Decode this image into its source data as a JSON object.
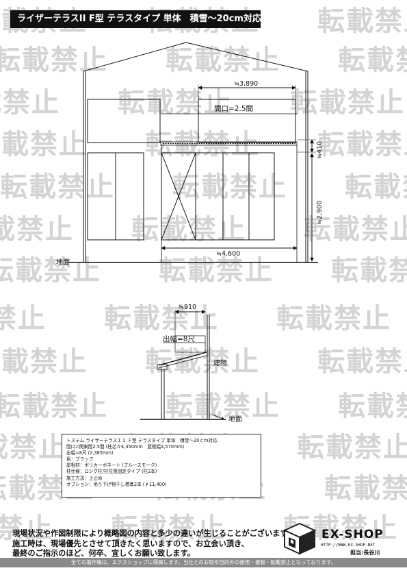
{
  "title": "ライザーテラスII F型 テラスタイプ 単体　積雪～20cm対応",
  "watermark_text": "転載禁止",
  "front_view": {
    "dim_top_width": "≒3,890",
    "frontage_label": "間口=2.5間",
    "dim_roof_height": "≒410",
    "dim_height": "≒2,900",
    "dim_bottom_width": "≒4,600",
    "ground_label": "地面"
  },
  "side_view": {
    "dim_width": "≒910",
    "depth_label": "出幅=8尺",
    "building_label": "建物",
    "ground_label": "地面"
  },
  "spec_lines": [
    "トステム ライザーテラスＩＩ Ｆ型 テラスタイプ 単体　積雪～20ｃｍ対応",
    "間口=関東間2.5間 (柱芯々4,350mm　屋根幅4,570mm)",
    "出幅=8尺 (2,385mm)",
    "色：ブラック",
    "屋根材：ポリカーボネート (ブルースモーク)",
    "柱仕様：ロング柱/柱位置固定タイプ (柱2本)",
    "施工方法：上止め",
    "オプション：吊り下げ物干し標準2本 (￥11,400)"
  ],
  "notes": [
    "現場状況や作図制限により概略図の内容と多少の違いが生じることがございます。",
    "施工時は、現場優先とさせて頂きたく思いますので、お立会い頂き、",
    "最終のご指示のほど、何卒、宜しくお願い致します。"
  ],
  "logo": {
    "name": "EX-SHOP",
    "url": "HTTP://WWW.EX-SHOP.NET",
    "person": "担当:長谷川"
  },
  "footer": "全ての著作権は、エクスショップに帰属します。当社とのお取引目的外の使用・複製・転載禁止となっております。"
}
